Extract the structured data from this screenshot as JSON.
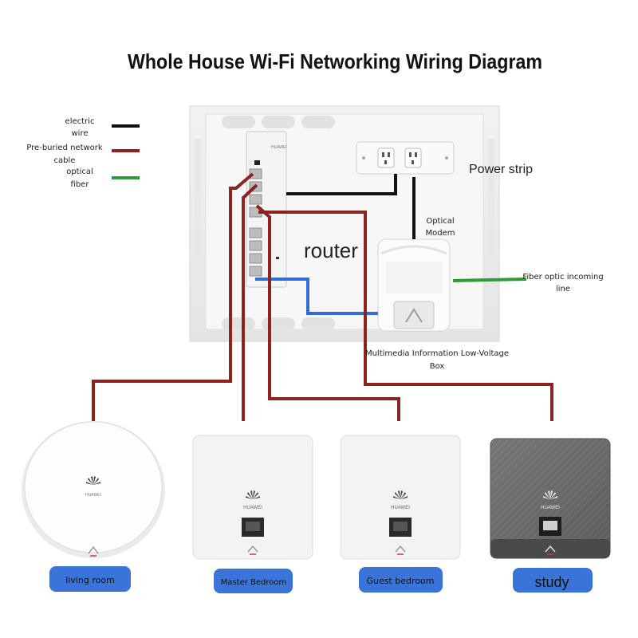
{
  "title": "Whole House Wi-Fi Networking Wiring Diagram",
  "legend": [
    {
      "label_lines": [
        "electric",
        "wire"
      ],
      "color": "#111111"
    },
    {
      "label_lines": [
        "Pre-buried network",
        "cable"
      ],
      "color": "#8b2323"
    },
    {
      "label_lines": [
        "optical",
        "fiber"
      ],
      "color": "#2e9a3a"
    }
  ],
  "labels": {
    "power_strip": "Power strip",
    "optical_modem": [
      "Optical",
      "Modem"
    ],
    "router": "router",
    "fiber_incoming": [
      "Fiber optic incoming",
      "line"
    ],
    "box": [
      "Multimedia Information Low-Voltage",
      "Box"
    ],
    "router_brand": "HUAWEI"
  },
  "devices": [
    {
      "name": "living room",
      "brand": "HUAWEI"
    },
    {
      "name": "Master Bedroom",
      "brand": "HUAWEI"
    },
    {
      "name": "Guest bedroom",
      "brand": "HUAWEI"
    },
    {
      "name": "study",
      "brand": "HUAWEI"
    }
  ],
  "colors": {
    "electric": "#111111",
    "network": "#8b2323",
    "fiber": "#2e9a3a",
    "blue_cable": "#2d6fd6",
    "room_button": "#3b74d8",
    "study_panel": "#6b6b6b"
  }
}
